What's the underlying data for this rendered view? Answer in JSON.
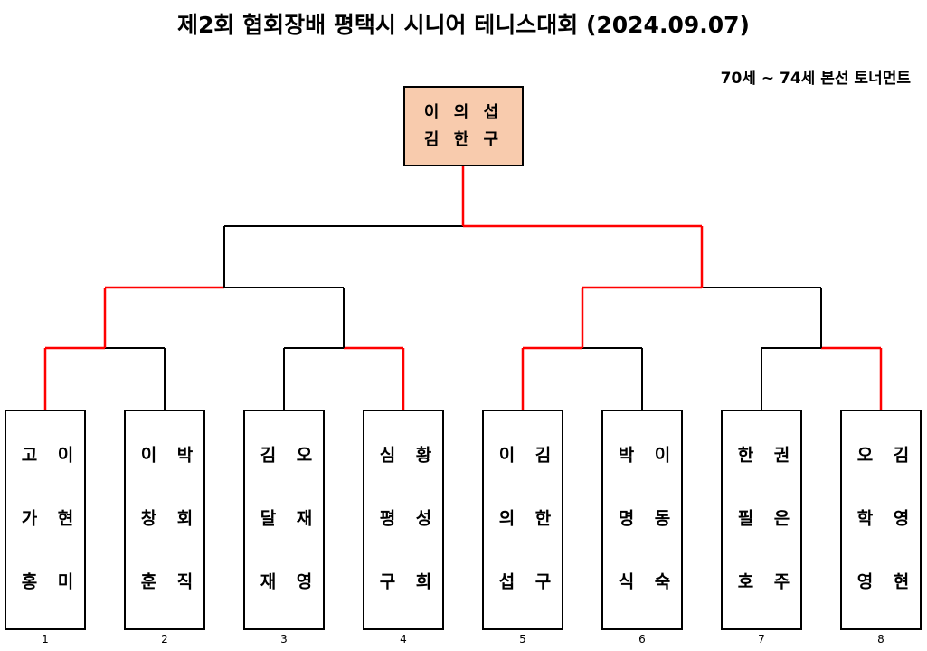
{
  "title": "제2회 협회장배 평택시 시니어 테니스대회 (2024.09.07)",
  "subtitle": "70세 ~ 74세 본선 토너먼트",
  "champion": {
    "line1": "이 의 섭",
    "line2": "김 한 구"
  },
  "teams": [
    {
      "seed": "1",
      "player1": "고가홍",
      "player2": "이현미"
    },
    {
      "seed": "2",
      "player1": "이창훈",
      "player2": "박회직"
    },
    {
      "seed": "3",
      "player1": "김달재",
      "player2": "오재영"
    },
    {
      "seed": "4",
      "player1": "심평구",
      "player2": "황성희"
    },
    {
      "seed": "5",
      "player1": "이의섭",
      "player2": "김한구"
    },
    {
      "seed": "6",
      "player1": "박명식",
      "player2": "이동숙"
    },
    {
      "seed": "7",
      "player1": "한필호",
      "player2": "권은주"
    },
    {
      "seed": "8",
      "player1": "오학영",
      "player2": "김영현"
    }
  ],
  "results": {
    "round1_winners": [
      1,
      4,
      5,
      8
    ],
    "semifinal_winners": [
      1,
      5
    ],
    "final_winner": 5
  },
  "colors": {
    "winner_line": "#ff0000",
    "line": "#000000",
    "champion_fill": "#f8cbad"
  }
}
